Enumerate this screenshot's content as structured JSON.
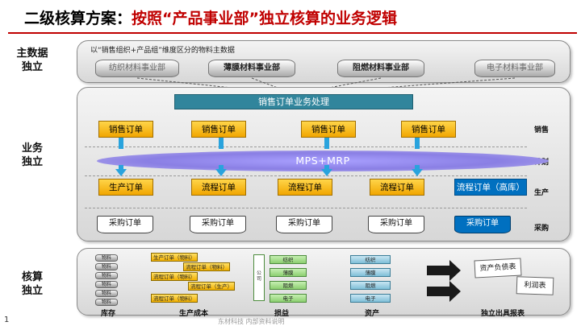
{
  "title": {
    "part1": "二级核算方案：",
    "part2": "按照“产品事业部”独立核算的业务逻辑"
  },
  "side_labels": {
    "master_data": [
      "主数据",
      "独立"
    ],
    "business": [
      "业务",
      "独立"
    ],
    "accounting": [
      "核算",
      "独立"
    ]
  },
  "master_data": {
    "note": "以“销售组织+产品组”维度区分的物料主数据",
    "divisions": [
      "纺织材料事业部",
      "薄膜材料事业部",
      "阻燃材料事业部",
      "电子材料事业部"
    ]
  },
  "business": {
    "sales_process": "销售订单业务处理",
    "mps_mrp": "MPS+MRP",
    "rows": {
      "sales": {
        "label": "销售",
        "orders": [
          "销售订单",
          "销售订单",
          "销售订单",
          "销售订单"
        ]
      },
      "planning": {
        "label": "计划"
      },
      "production": {
        "label": "生产",
        "orders": [
          "生产订单",
          "流程订单",
          "流程订单",
          "流程订单",
          "流程订单（高库）"
        ]
      },
      "purchasing": {
        "label": "采购",
        "orders": [
          "采购订单",
          "采购订单",
          "采购订单",
          "采购订单",
          "采购订单"
        ]
      }
    }
  },
  "accounting": {
    "inventory": {
      "label": "库存",
      "items": [
        "物料",
        "物料",
        "物料",
        "物料",
        "物料",
        "物料"
      ]
    },
    "production_cost": {
      "label": "生产成本",
      "items": [
        "生产订单（物料）",
        "流程订单（物料）",
        "流程订单（物料）",
        "流程订单（生产）",
        "流程订单（物料）"
      ]
    },
    "profit_loss": {
      "label": "损益",
      "side": "公司",
      "items": [
        "纺织",
        "薄膜",
        "阻燃",
        "电子"
      ]
    },
    "assets": {
      "label": "资产",
      "items": [
        "纺织",
        "薄膜",
        "阻燃",
        "电子"
      ]
    },
    "reports": {
      "label": "独立出具报表",
      "balance_sheet": "资产负债表",
      "income_statement": "利润表"
    }
  },
  "footer": {
    "page": "1",
    "company": "东材科技  内部资料说明"
  },
  "colors": {
    "accent_red": "#c00000",
    "gold": "#f1a600",
    "blue": "#0070c0",
    "teal": "#31859c",
    "mps": "#8a7fe4",
    "arrow": "#29a3dd"
  }
}
